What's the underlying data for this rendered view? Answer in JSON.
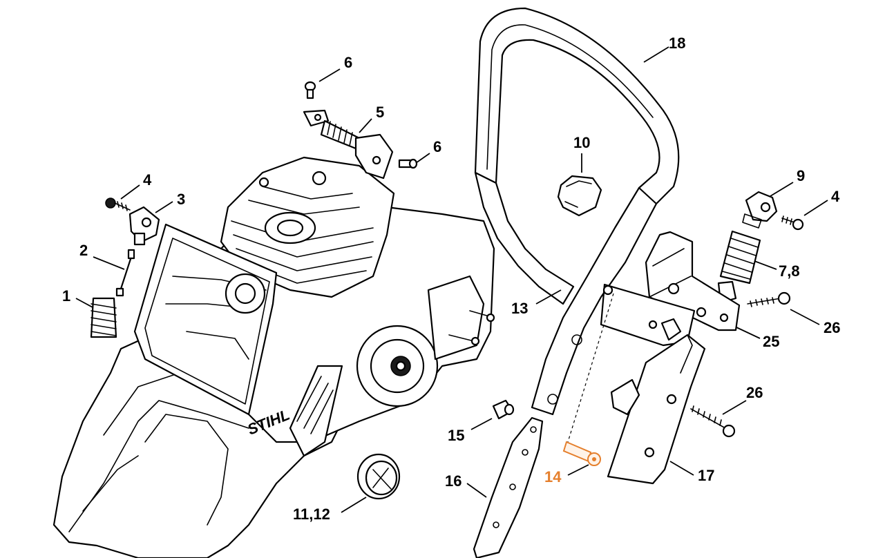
{
  "colors": {
    "line": "#000000",
    "background": "#ffffff",
    "highlight": "#e57f2c"
  },
  "brand_mark": "STIHL",
  "callouts": [
    {
      "id": "c18",
      "label": "18"
    },
    {
      "id": "c6a",
      "label": "6"
    },
    {
      "id": "c5",
      "label": "5"
    },
    {
      "id": "c6b",
      "label": "6"
    },
    {
      "id": "c10",
      "label": "10"
    },
    {
      "id": "c4a",
      "label": "4"
    },
    {
      "id": "c3",
      "label": "3"
    },
    {
      "id": "c9",
      "label": "9"
    },
    {
      "id": "c4b",
      "label": "4"
    },
    {
      "id": "c2",
      "label": "2"
    },
    {
      "id": "c78",
      "label": "7,8"
    },
    {
      "id": "c1",
      "label": "1"
    },
    {
      "id": "c13",
      "label": "13"
    },
    {
      "id": "c26a",
      "label": "26"
    },
    {
      "id": "c25",
      "label": "25"
    },
    {
      "id": "c26b",
      "label": "26"
    },
    {
      "id": "c15",
      "label": "15"
    },
    {
      "id": "c14",
      "label": "14",
      "highlighted": true
    },
    {
      "id": "c17",
      "label": "17"
    },
    {
      "id": "c16",
      "label": "16"
    },
    {
      "id": "c1112",
      "label": "11,12"
    }
  ]
}
